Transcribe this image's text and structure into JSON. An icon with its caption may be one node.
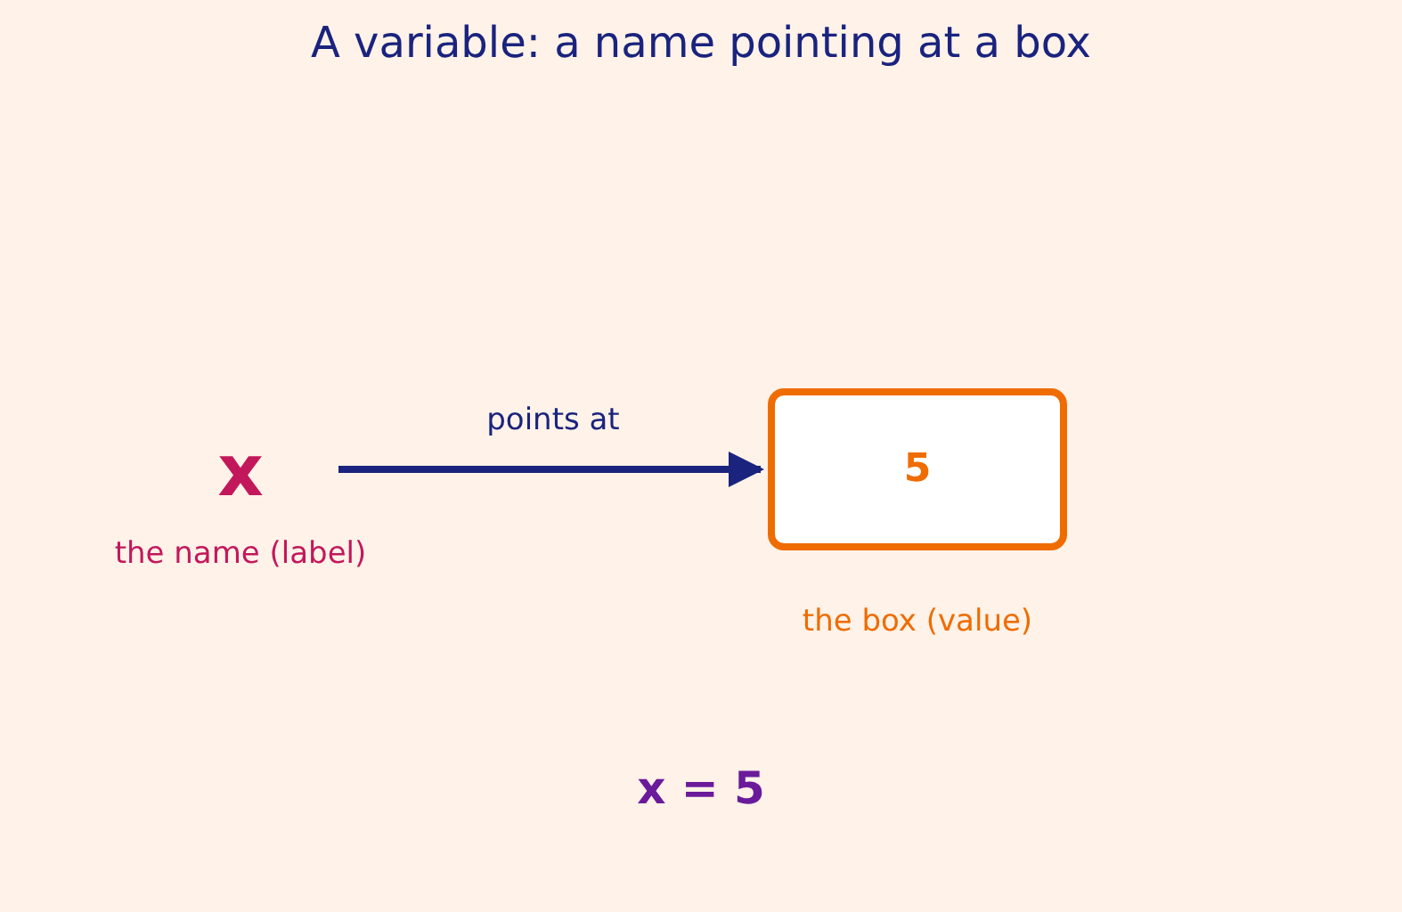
{
  "diagram": {
    "title": "A variable: a name pointing at a box",
    "nodes": [
      {
        "text": [
          "x"
        ],
        "beside": [
          "the name (label)"
        ]
      },
      {
        "text": [
          "5"
        ],
        "beside": [
          "the box (value)"
        ]
      }
    ],
    "edges": [
      {
        "from": 0,
        "to": 1,
        "arrow": "to",
        "label": "points at"
      }
    ],
    "labels": [
      "x = 5"
    ]
  }
}
